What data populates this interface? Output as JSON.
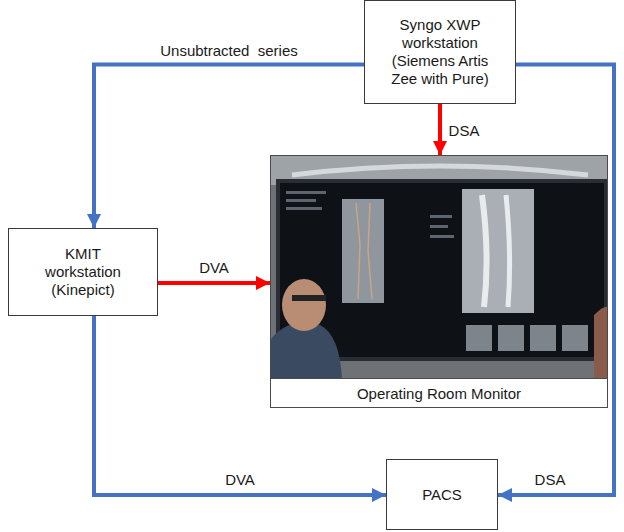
{
  "diagram": {
    "nodes": [
      {
        "text": [
          "Syngo XWP workstation (Siemens Artis Zee with Pure)"
        ]
      },
      {
        "text": [
          "KMIT workstation (Kinepict)"
        ]
      },
      {
        "text": [
          "Operating Room Monitor"
        ]
      },
      {
        "text": [
          "PACS"
        ]
      }
    ],
    "edges": [
      {
        "from": 0,
        "to": 1,
        "label": "Unsubtracted  series",
        "arrow": "to"
      },
      {
        "from": 0,
        "to": 2,
        "label": "DSA",
        "arrow": "to"
      },
      {
        "from": 1,
        "to": 2,
        "label": "DVA",
        "arrow": "to"
      },
      {
        "from": 1,
        "to": 3,
        "label": "DVA",
        "arrow": "to"
      },
      {
        "from": 0,
        "to": 3,
        "label": "DSA",
        "arrow": "to"
      }
    ]
  }
}
